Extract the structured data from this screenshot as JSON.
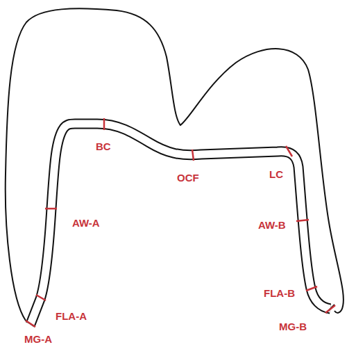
{
  "diagram": {
    "labels": [
      "BC",
      "OCF",
      "LC",
      "AW-A",
      "AW-B",
      "FLA-A",
      "FLA-B",
      "MG-A",
      "MG-B"
    ]
  }
}
